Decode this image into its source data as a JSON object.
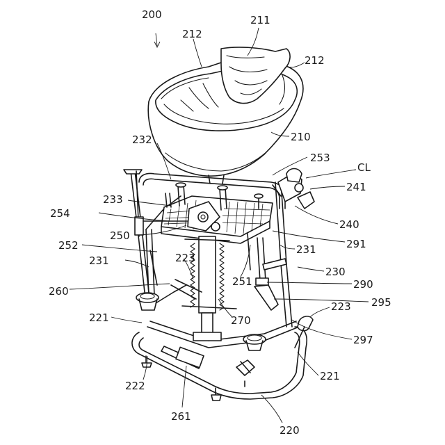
{
  "figure": {
    "main_label": "200",
    "labels": {
      "l211": "211",
      "l212a": "212",
      "l212b": "212",
      "l210": "210",
      "l232": "232",
      "l253": "253",
      "lCL": "CL",
      "l241": "241",
      "l233": "233",
      "l254": "254",
      "l240": "240",
      "l250": "250",
      "l291": "291",
      "l252": "252",
      "l231a": "231",
      "l231b": "231",
      "l223a": "223",
      "l230": "230",
      "l251": "251",
      "l290": "290",
      "l260": "260",
      "l295": "295",
      "l270": "270",
      "l223b": "223",
      "l221a": "221",
      "l297": "297",
      "l221b": "221",
      "l222": "222",
      "l261": "261",
      "l220": "220"
    }
  }
}
